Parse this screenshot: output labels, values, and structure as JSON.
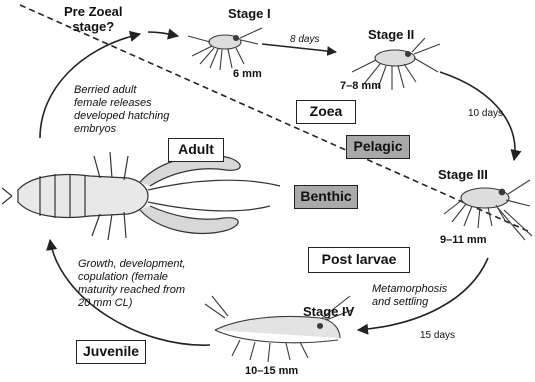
{
  "labels": {
    "pre_zoeal": [
      "Pre Zoeal",
      "stage?"
    ],
    "stage_1": "Stage I",
    "stage_1_size": "6 mm",
    "stage_2": "Stage II",
    "stage_2_size": "7–8 mm",
    "stage_3": "Stage III",
    "stage_3_size": "9–11 mm",
    "stage_4": "Stage IV",
    "stage_4_size": "10–15 mm",
    "days_1_2": "8 days",
    "days_2_3": "10 days",
    "days_3_4": "15 days",
    "berried_note": [
      "Berried adult",
      "female releases",
      "developed hatching",
      "embryos"
    ],
    "growth_note": [
      "Growth, development,",
      "copulation (female",
      "maturity reached from",
      "20 mm CL)"
    ],
    "metamorphosis_note": [
      "Metamorphosis",
      "and settling"
    ]
  },
  "boxes": {
    "zoea": "Zoea",
    "pelagic": "Pelagic",
    "adult": "Adult",
    "benthic": "Benthic",
    "post_larvae": "Post larvae",
    "juvenile": "Juvenile"
  },
  "colors": {
    "grey_box": "#a9a9a9",
    "line": "#222222",
    "organism": "#3a3a3a"
  },
  "icons": [
    "stage-1-larva-illustration",
    "stage-2-larva-illustration",
    "stage-3-larva-illustration",
    "stage-4-puerulus-illustration",
    "adult-lobster-illustration"
  ]
}
